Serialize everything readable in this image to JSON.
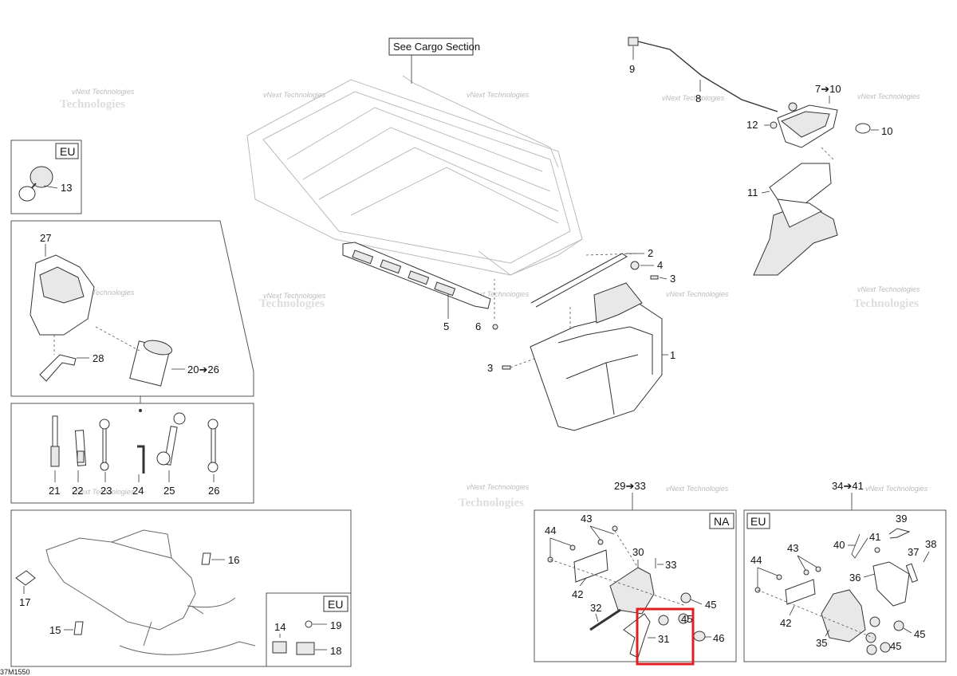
{
  "diagram": {
    "callout_see_cargo": "See Cargo Section",
    "region_eu": "EU",
    "region_na": "NA",
    "figure_code": "37M1550",
    "watermark_line1": "vNext Technologies",
    "watermark_line2": "Technologies",
    "labels": {
      "l1": "1",
      "l2": "2",
      "l3a": "3",
      "l3b": "3",
      "l4": "4",
      "l5": "5",
      "l6": "6",
      "l7_10": "7➔10",
      "l8": "8",
      "l9": "9",
      "l10": "10",
      "l11": "11",
      "l12": "12",
      "l13": "13",
      "l14": "14",
      "l15": "15",
      "l16": "16",
      "l17": "17",
      "l18": "18",
      "l19": "19",
      "l20_26": "20➔26",
      "l21": "21",
      "l22": "22",
      "l23": "23",
      "l24": "24",
      "l25": "25",
      "l26": "26",
      "l27": "27",
      "l28": "28",
      "l29_33": "29➔33",
      "l30": "30",
      "l31": "31",
      "l32": "32",
      "l33": "33",
      "l34_41": "34➔41",
      "l35": "35",
      "l36": "36",
      "l37": "37",
      "l38": "38",
      "l39": "39",
      "l40": "40",
      "l41": "41",
      "l42a": "42",
      "l42b": "42",
      "l43a": "43",
      "l43b": "43",
      "l44a": "44",
      "l44b": "44",
      "l45a": "45",
      "l45b": "45",
      "l45c": "45",
      "l45d": "45",
      "l46": "46"
    }
  }
}
